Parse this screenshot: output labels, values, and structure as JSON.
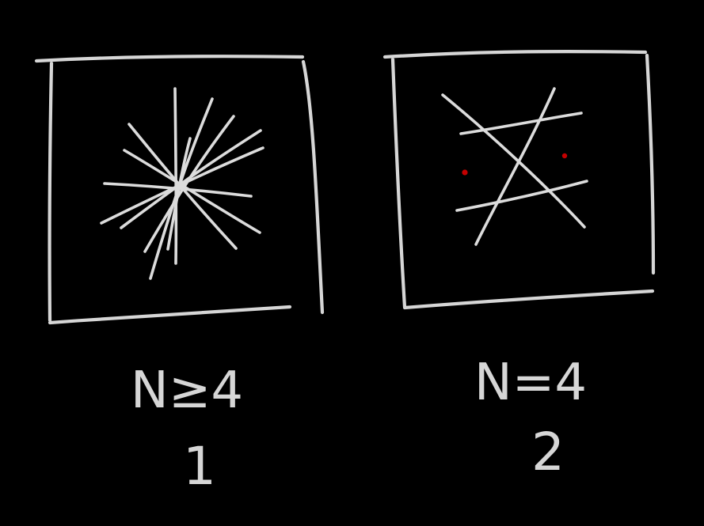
{
  "colors": {
    "background": "#000000",
    "chalk": "#d6d6d6",
    "marker": "#c40000"
  },
  "panels": [
    {
      "condition": "N≥4",
      "count": "1"
    },
    {
      "condition": "N=4",
      "count": "2"
    }
  ]
}
